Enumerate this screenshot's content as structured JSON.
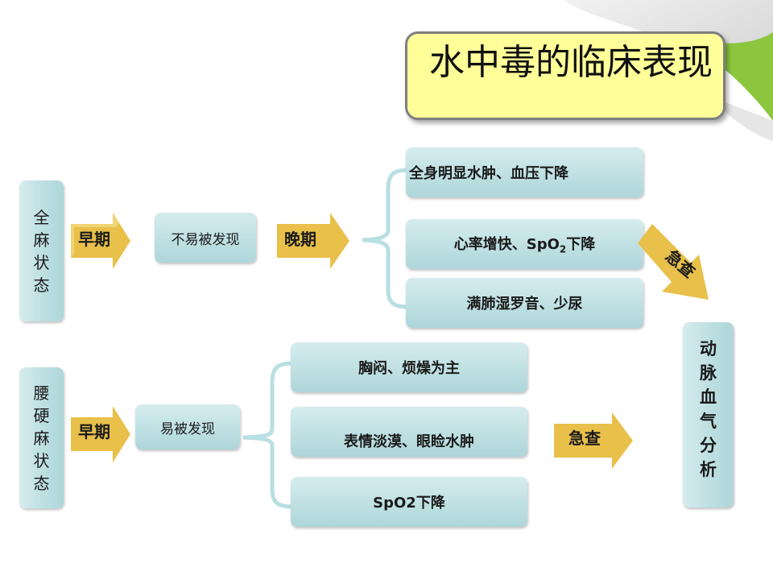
{
  "title": "水中毒的临床表现",
  "general": {
    "label": "全麻状态",
    "early_label": "早期",
    "early_note": "不易被发现",
    "late_label": "晚期",
    "late_items": [
      "全身明显水肿、血压下降",
      "心率增快、SpO",
      "2",
      "下降",
      "满肺湿罗音、少尿"
    ],
    "check_label": "急查"
  },
  "spinal": {
    "label": "腰硬麻状态",
    "early_label": "早期",
    "early_note": "易被发现",
    "items": [
      "胸闷、烦燥为主",
      "表情淡漠、眼睑水肿",
      "SpO2下降"
    ],
    "check_label": "急查"
  },
  "result": {
    "label": "动脉血气分析"
  },
  "colors": {
    "box": "#bfe0e3",
    "arrow": "#e8c04a",
    "title_fill": "#ffff99",
    "corner_green": "#8cc63f"
  }
}
